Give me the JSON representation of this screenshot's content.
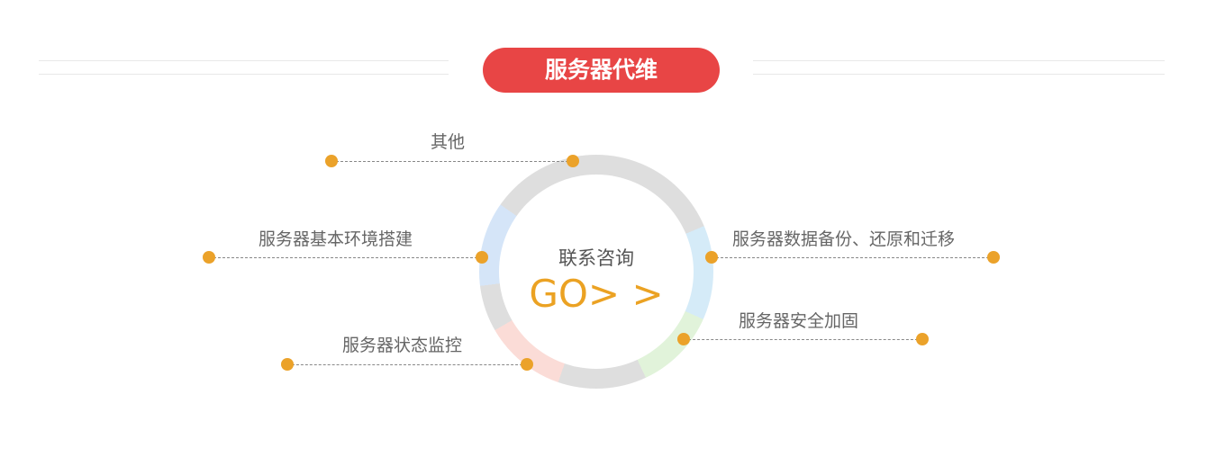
{
  "title": "服务器代维",
  "center": {
    "consult": "联系咨询",
    "go": "GO> >"
  },
  "items": [
    {
      "label": "其他"
    },
    {
      "label": "服务器基本环境搭建"
    },
    {
      "label": "服务器状态监控"
    },
    {
      "label": "服务器数据备份、还原和迁移"
    },
    {
      "label": "服务器安全加固"
    }
  ],
  "colors": {
    "accent": "#eba223",
    "title_bg": "#e84545"
  }
}
